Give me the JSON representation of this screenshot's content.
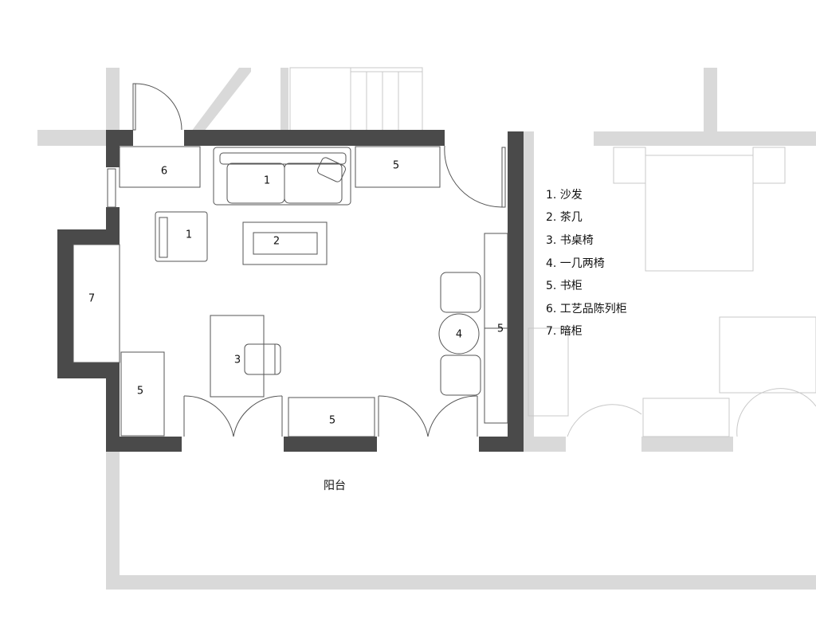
{
  "plan": {
    "labels": {
      "cabinet_6": "6",
      "sofa_1": "1",
      "bookcase_top": "5",
      "armchair_1": "1",
      "tea_table_2": "2",
      "hidden_cabinet_7": "7",
      "desk_3": "3",
      "table_4": "4",
      "bookcase_right": "5",
      "bookcase_left": "5",
      "bookcase_bottom": "5",
      "balcony": "阳台"
    },
    "legend": [
      "1. 沙发",
      "2. 茶几",
      "3. 书桌椅",
      "4. 一几两椅",
      "5. 书柜",
      "6. 工艺品陈列柜",
      "7. 暗柜"
    ]
  }
}
